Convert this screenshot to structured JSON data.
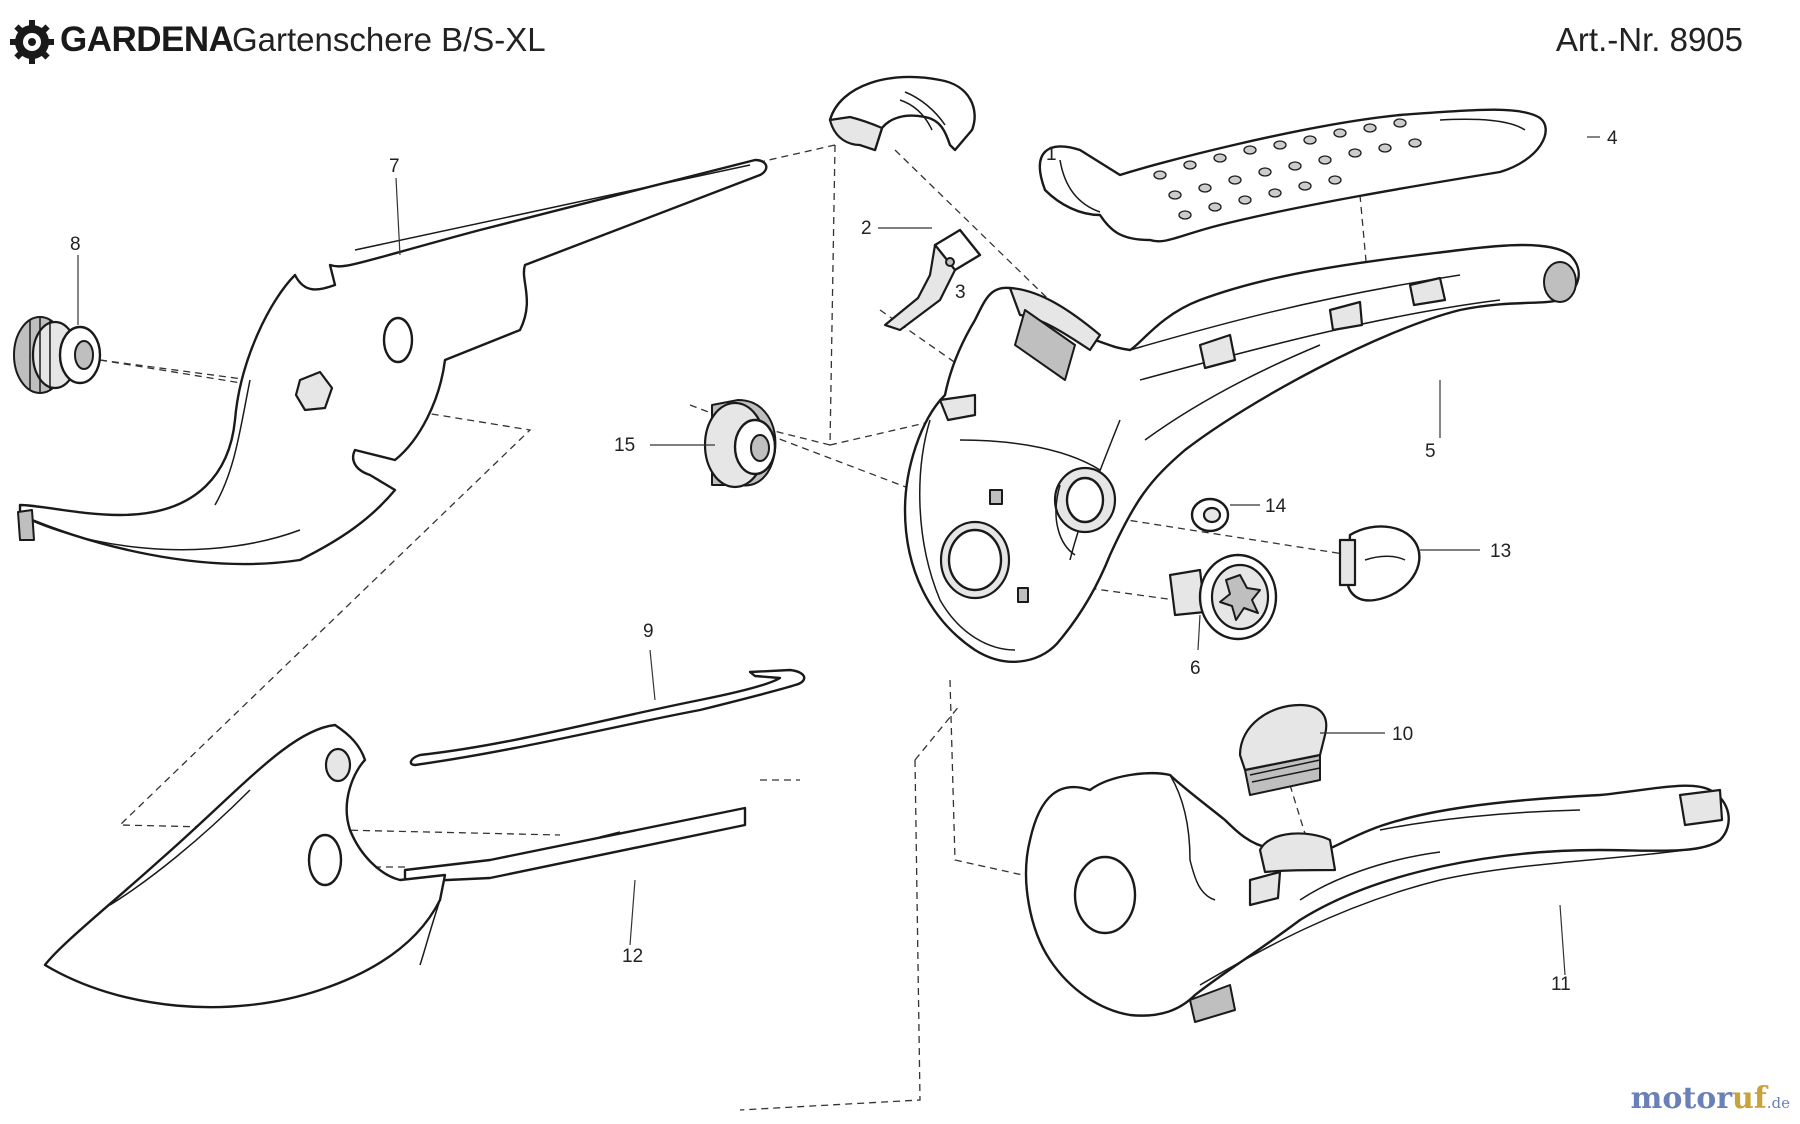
{
  "header": {
    "brand": "GARDENA",
    "subtitle": "Gartenschere B/S-XL",
    "article_number": "Art.-Nr. 8905"
  },
  "parts": [
    {
      "id": "1",
      "label": "1"
    },
    {
      "id": "2",
      "label": "2"
    },
    {
      "id": "3",
      "label": "3"
    },
    {
      "id": "4",
      "label": "4"
    },
    {
      "id": "5",
      "label": "5"
    },
    {
      "id": "6",
      "label": "6"
    },
    {
      "id": "7",
      "label": "7"
    },
    {
      "id": "8",
      "label": "8"
    },
    {
      "id": "9",
      "label": "9"
    },
    {
      "id": "10",
      "label": "10"
    },
    {
      "id": "11",
      "label": "11"
    },
    {
      "id": "12",
      "label": "12"
    },
    {
      "id": "13",
      "label": "13"
    },
    {
      "id": "14",
      "label": "14"
    },
    {
      "id": "15",
      "label": "15"
    }
  ],
  "watermark": {
    "part_a": "motor",
    "part_b": "uf",
    "part_c": ".de"
  }
}
